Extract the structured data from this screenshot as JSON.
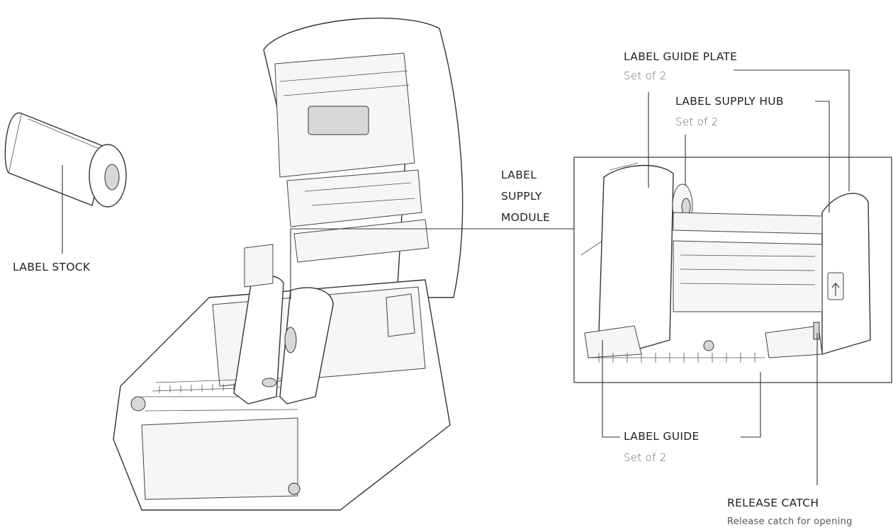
{
  "labels": {
    "label_stock": "LABEL STOCK",
    "label_supply_module": [
      "LABEL",
      "SUPPLY",
      "MODULE"
    ],
    "label_guide_plate": "LABEL GUIDE PLATE",
    "label_guide_plate_sub": "Set of 2",
    "label_supply_hub": "LABEL SUPPLY HUB",
    "label_supply_hub_sub": "Set of 2",
    "label_guide": "LABEL GUIDE",
    "label_guide_sub": "Set of 2",
    "release_catch": "RELEASE CATCH",
    "release_catch_sub": "Release catch for opening"
  },
  "colors": {
    "line": "#333333",
    "text": "#222222",
    "subtext": "#666666",
    "background": "#ffffff"
  }
}
